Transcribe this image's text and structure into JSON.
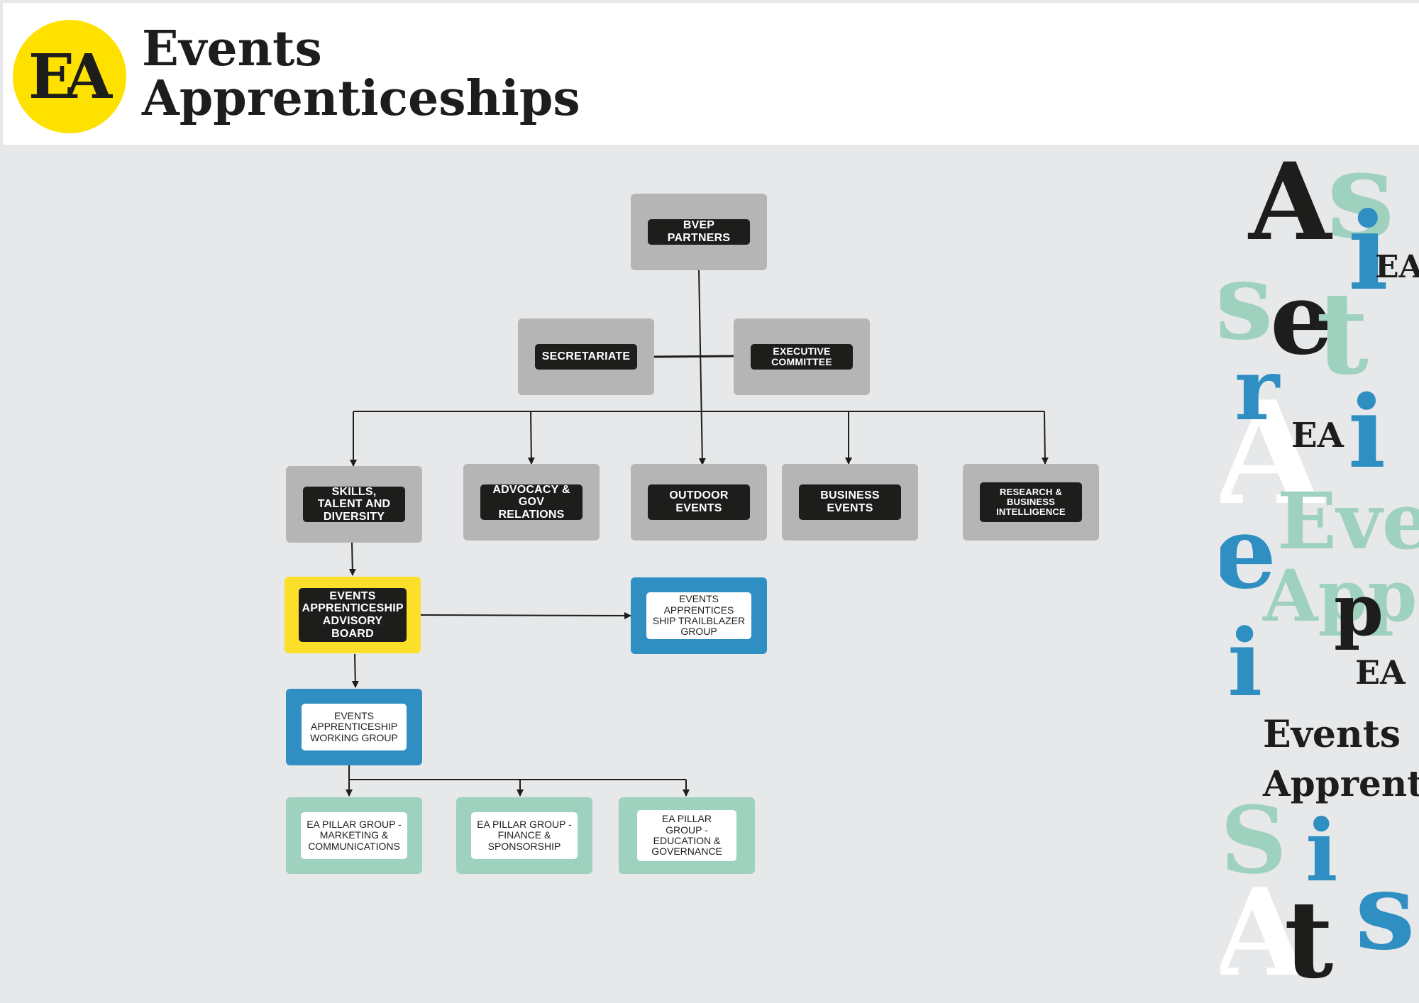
{
  "header": {
    "logo_mark": "EA",
    "brand_line_1": "Events",
    "brand_line_2": "Apprenticeships"
  },
  "colors": {
    "yellow": "#fbdf29",
    "grey": "#b5b5b5",
    "blue": "#2f8ec2",
    "mint": "#9fd1bf",
    "dark": "#1d1d1b",
    "background": "#e6e8ea"
  },
  "org": {
    "bvep_partners": "BVEP PARTNERS",
    "secretariate": "SECRETARIATE",
    "executive_committee": "EXECUTIVE COMMITTEE",
    "skills_talent": "SKILLS, TALENT AND DIVERSITY",
    "advocacy": "ADVOCACY & GOV RELATIONS",
    "outdoor_events": "OUTDOOR EVENTS",
    "business_events": "BUSINESS EVENTS",
    "research": "RESEARCH & BUSINESS INTELLIGENCE",
    "advisory_board": "EVENTS APPRENTICESHIP ADVISORY BOARD",
    "trailblazer": "EVENTS APPRENTICES SHIP TRAILBLAZER GROUP",
    "working_group": "EVENTS APPRENTICESHIP WORKING GROUP",
    "pillar_marketing": "EA PILLAR GROUP - MARKETING & COMMUNICATIONS",
    "pillar_finance": "EA PILLAR GROUP - FINANCE & SPONSORSHIP",
    "pillar_education": "EA PILLAR GROUP - EDUCATION & GOVERNANCE"
  },
  "side_art": {
    "glyphs": [
      "A",
      "s",
      "EA",
      "i",
      "Eve",
      "App",
      "EA",
      "Events",
      "Apprent",
      "S",
      "t",
      "e",
      "r",
      "p"
    ]
  }
}
